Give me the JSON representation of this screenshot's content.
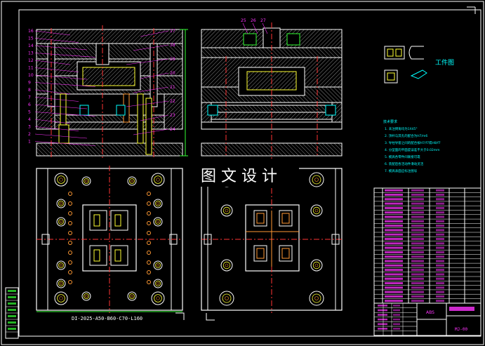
{
  "watermark": "图 文 设 计",
  "workpiece_label": "工件图",
  "base_model": "DI-2025-A50-B60-C70-L160",
  "tech_heading": "技术要求",
  "tech_notes": [
    "1. 未注倒角均为1X45°",
    "2. 顶杆与其孔的配合为H7/m6",
    "3. 导柱导套之间的配合按H7/f7或H8/f7",
    "4. 分型面的平面度误差不大于0.02mm",
    "5. 模具各零件间联接可靠",
    "6. 装配后各活动件滑动灵活",
    "7. 模具表面应标注图号"
  ],
  "title_block": {
    "material": "ABS",
    "drawing_no": "MJ-00"
  },
  "left_balloons": [
    "16",
    "15",
    "14",
    "13",
    "12",
    "11",
    "10",
    "9",
    "8",
    "7",
    "6",
    "5",
    "4",
    "3",
    "2",
    "1"
  ],
  "right_balloons": [
    "17",
    "18",
    "19",
    "20",
    "21",
    "22",
    "23",
    "24"
  ],
  "top_balloons": [
    "25",
    "26",
    "27"
  ],
  "colors": {
    "background": "#000000",
    "outline": "#ffffff",
    "hatch": "#9a9a9a",
    "balloon": "#ff33ff",
    "centerline": "#ff3333",
    "dimension": "#33ff33",
    "note": "#00ffff",
    "cavity": "#ffff33",
    "fastener": "#ff9933"
  }
}
